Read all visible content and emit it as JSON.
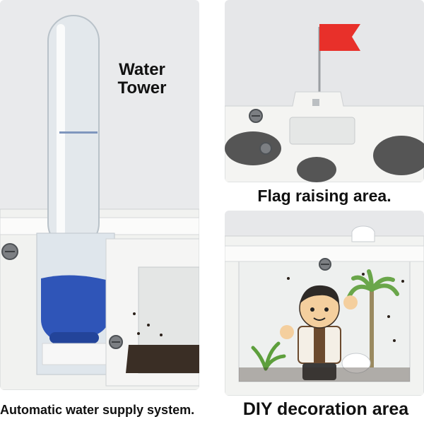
{
  "captions": {
    "water_tower_line1": "Water",
    "water_tower_line2": "Tower",
    "flag_raising": "Flag raising area.",
    "automatic_water": "Automatic water supply system.",
    "diy_decoration": "DIY decoration area"
  },
  "colors": {
    "page_background": "#ffffff",
    "panel_background": "#e8e9eb",
    "frame_white": "#f3f3f1",
    "water_blue": "#2f55b8",
    "flag_red": "#e8302a",
    "soil_dark": "#3a2e25",
    "palm_green": "#6aa64a",
    "caption_text": "#111111"
  },
  "icons": {
    "screw": "screw-icon",
    "flag": "flag-icon",
    "figurine": "figurine-icon",
    "palm_tree": "palm-tree-icon",
    "plant": "plant-icon"
  }
}
